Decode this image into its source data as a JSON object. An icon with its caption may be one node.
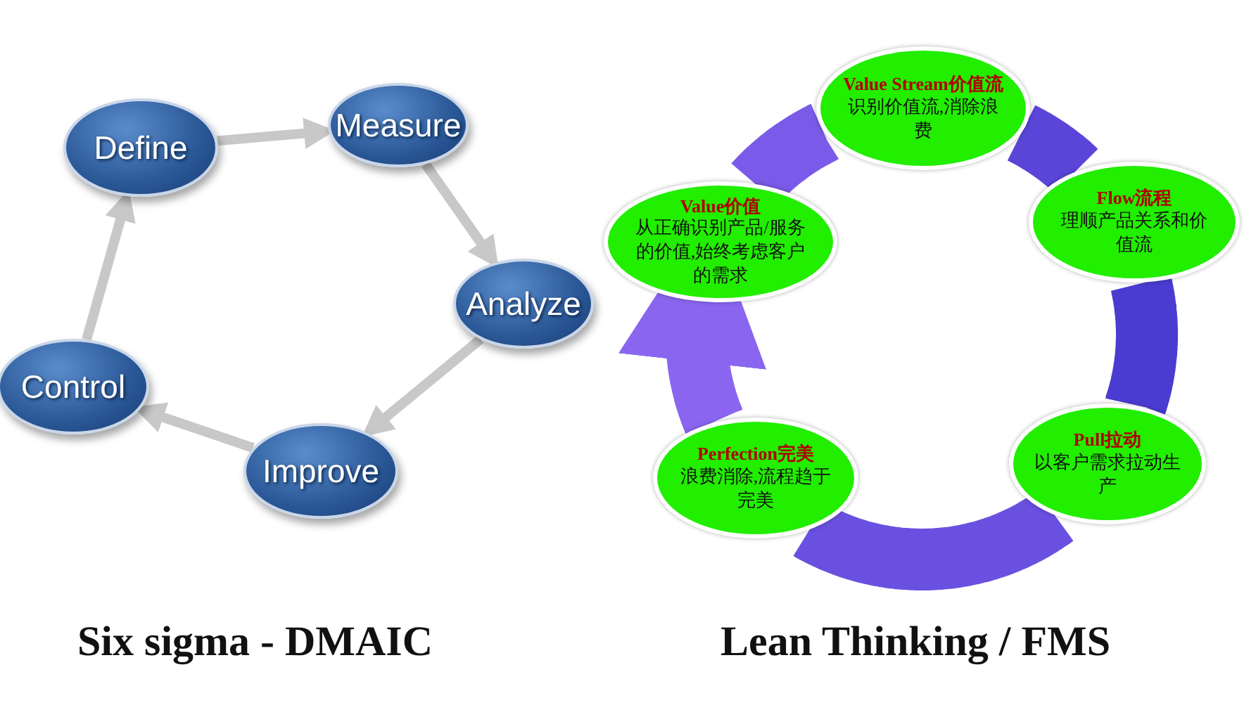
{
  "diagram": {
    "nodes": [
      {
        "text": [
          "Define"
        ]
      },
      {
        "text": [
          "Measure"
        ]
      },
      {
        "text": [
          "Analyze"
        ]
      },
      {
        "text": [
          "Improve"
        ]
      },
      {
        "text": [
          "Control"
        ]
      },
      {
        "text": [
          "Value价值",
          "从正确识别产品/服务的价值,始终考虑客户的需求"
        ]
      },
      {
        "text": [
          "Value Stream价值流",
          "识别价值流,消除浪费"
        ]
      },
      {
        "text": [
          "Flow流程",
          "理顺产品关系和价值流"
        ]
      },
      {
        "text": [
          "Pull拉动",
          "以客户需求拉动生产"
        ]
      },
      {
        "text": [
          "Perfection完美",
          "浪费消除,流程趋于完美"
        ]
      }
    ],
    "edges": [
      {
        "from": 0,
        "to": 1,
        "arrow": "to",
        "color": "#c8c8c8"
      },
      {
        "from": 1,
        "to": 2,
        "arrow": "to",
        "color": "#c8c8c8"
      },
      {
        "from": 2,
        "to": 3,
        "arrow": "to",
        "color": "#c8c8c8"
      },
      {
        "from": 3,
        "to": 4,
        "arrow": "to",
        "color": "#c8c8c8"
      },
      {
        "from": 4,
        "to": 0,
        "arrow": "to",
        "color": "#c8c8c8"
      },
      {
        "from": 5,
        "to": 6,
        "arrow": "none",
        "style": "thick",
        "color": "#7a5ae8"
      },
      {
        "from": 6,
        "to": 7,
        "arrow": "none",
        "style": "thick",
        "color": "#5a45d8"
      },
      {
        "from": 7,
        "to": 8,
        "arrow": "none",
        "style": "thick",
        "color": "#4a3cd0"
      },
      {
        "from": 8,
        "to": 9,
        "arrow": "none",
        "style": "thick",
        "color": "#6a50e0"
      },
      {
        "from": 9,
        "to": 5,
        "arrow": "to",
        "style": "thick",
        "color": "#8a66f0"
      }
    ],
    "labels": [
      "Six sigma - DMAIC",
      "Lean Thinking / FMS"
    ]
  }
}
